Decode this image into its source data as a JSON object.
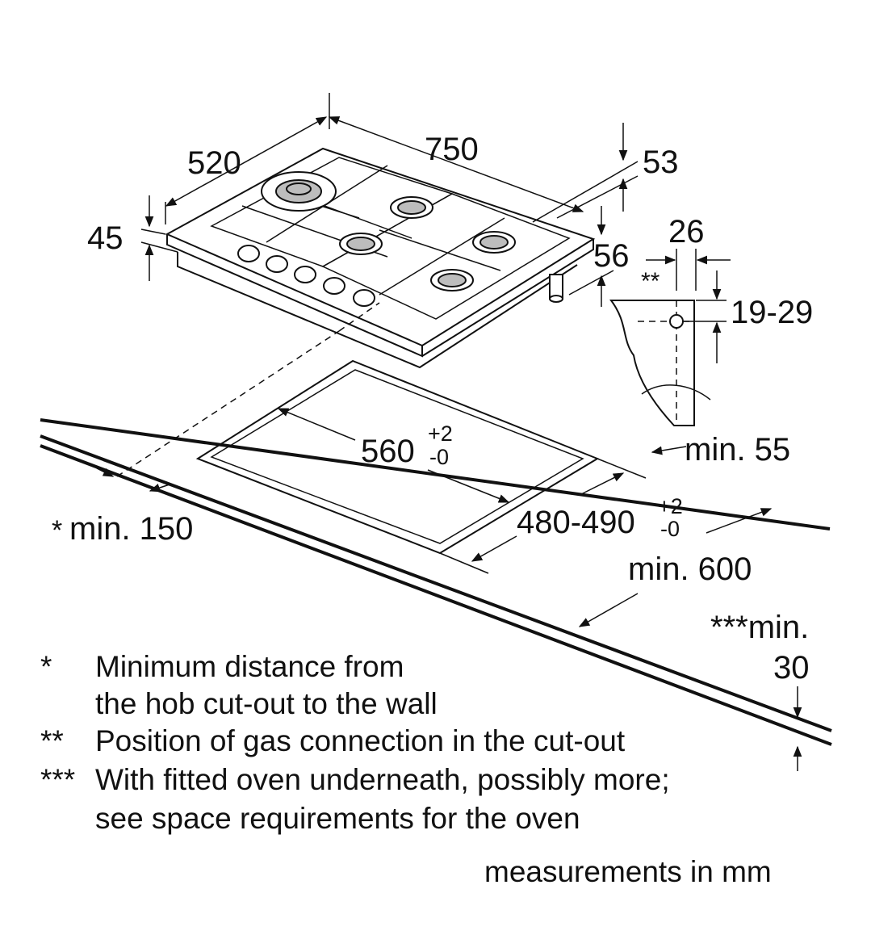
{
  "dimensions": {
    "hob_width": "750",
    "hob_depth": "520",
    "hob_height": "45",
    "edge_offset": "53",
    "gas_offset": "56",
    "gas_distance": "26",
    "gas_height": "19-29",
    "cutout_width": "560",
    "cutout_width_tol_plus": "+2",
    "cutout_width_tol_minus": "-0",
    "cutout_depth": "480-490",
    "cutout_depth_tol_plus": "+2",
    "cutout_depth_tol_minus": "-0",
    "min_front": "min. 55",
    "min_wall": "min. 150",
    "min_wall_marker": "*",
    "worktop_depth": "min. 600",
    "gas_marker": "**",
    "oven_clearance_marker": "***min.",
    "oven_clearance_value": "30"
  },
  "notes": [
    {
      "marker": "*",
      "lines": [
        "Minimum distance from",
        "the hob cut-out to the wall"
      ]
    },
    {
      "marker": "**",
      "lines": [
        "Position of gas connection in the cut-out"
      ]
    },
    {
      "marker": "***",
      "lines": [
        "With fitted oven underneath, possibly more;",
        "see space requirements for the oven"
      ]
    }
  ],
  "units": "measurements in mm"
}
